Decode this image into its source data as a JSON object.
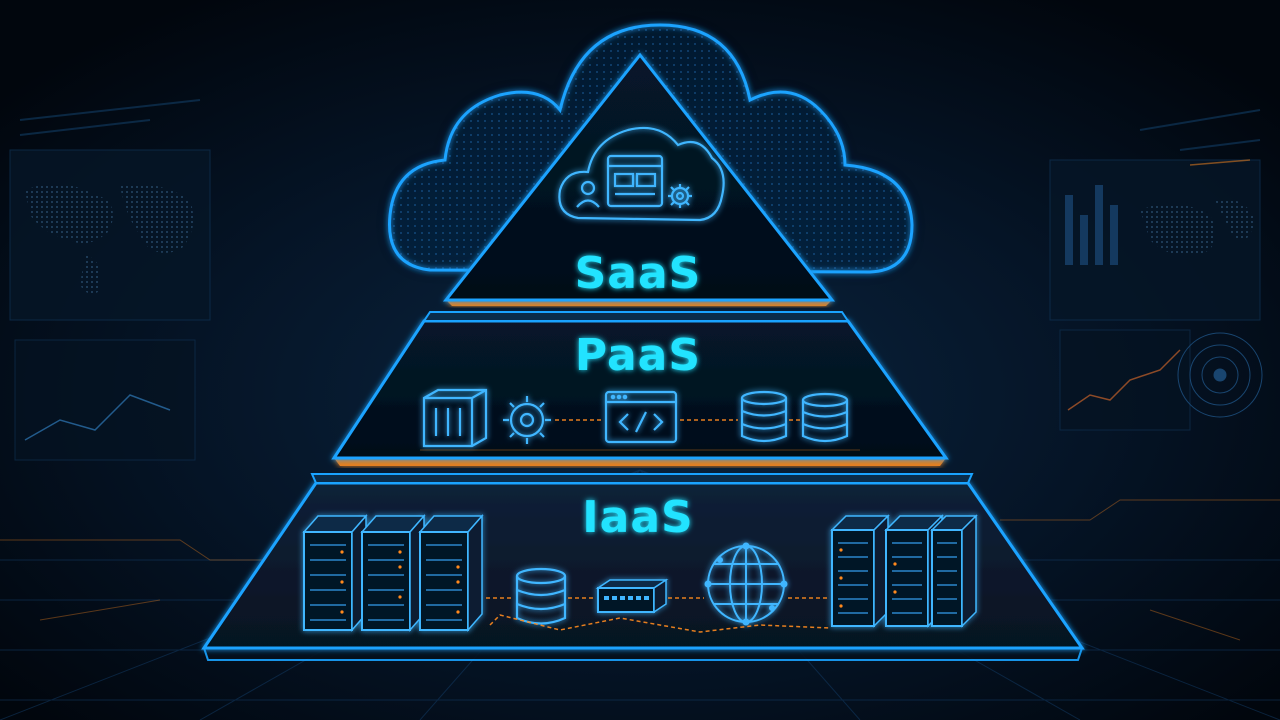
{
  "diagram": {
    "tiers": [
      {
        "id": "saas",
        "label": "SaaS"
      },
      {
        "id": "paas",
        "label": "PaaS"
      },
      {
        "id": "iaas",
        "label": "IaaS"
      }
    ]
  },
  "colors": {
    "background": "#020912",
    "neon_blue": "#1aa3ff",
    "label_cyan": "#21e3ff",
    "accent_orange": "#ff8a1f",
    "icon_line": "#3fb6ff"
  },
  "icons": {
    "saas": [
      "cloud-icon",
      "user-icon",
      "browser-window-icon",
      "gear-icon"
    ],
    "paas": [
      "container-box-icon",
      "gear-icon",
      "code-window-icon",
      "database-icon",
      "database-icon"
    ],
    "iaas": [
      "server-rack-icon",
      "server-rack-icon",
      "server-rack-icon",
      "database-icon",
      "network-switch-icon",
      "globe-icon",
      "server-rack-icon",
      "server-rack-icon",
      "server-rack-icon"
    ]
  }
}
